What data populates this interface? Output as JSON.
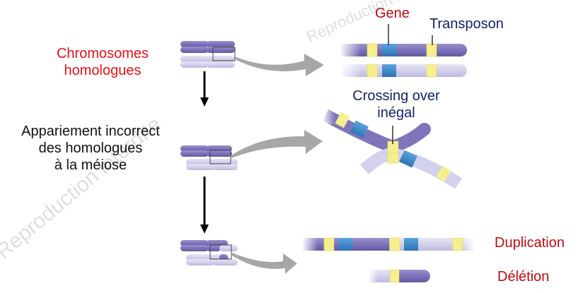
{
  "labels": {
    "chromosomes_homologues": [
      "Chromosomes",
      "homologues"
    ],
    "appariement": [
      "Appariement incorrect",
      "des homologues",
      "à la méiose"
    ],
    "gene": "Gene",
    "transposon": "Transposon",
    "crossing_over": [
      "Crossing over",
      "inégal"
    ],
    "duplication": "Duplication",
    "deletion": "Délétion"
  },
  "watermark": {
    "text_left": "Reproduction interdite",
    "text_top": "Reproduction interdite"
  },
  "colors": {
    "dark_chromosome": "#7a70b5",
    "light_chromosome": "#d3d1ec",
    "gene": "#3a86c8",
    "transposon": "#f6ef8e",
    "arrow_gray": "#a7a7a7",
    "label_red": "#e8101a",
    "label_dark_red": "#c00b12",
    "label_navy": "#13236b"
  }
}
